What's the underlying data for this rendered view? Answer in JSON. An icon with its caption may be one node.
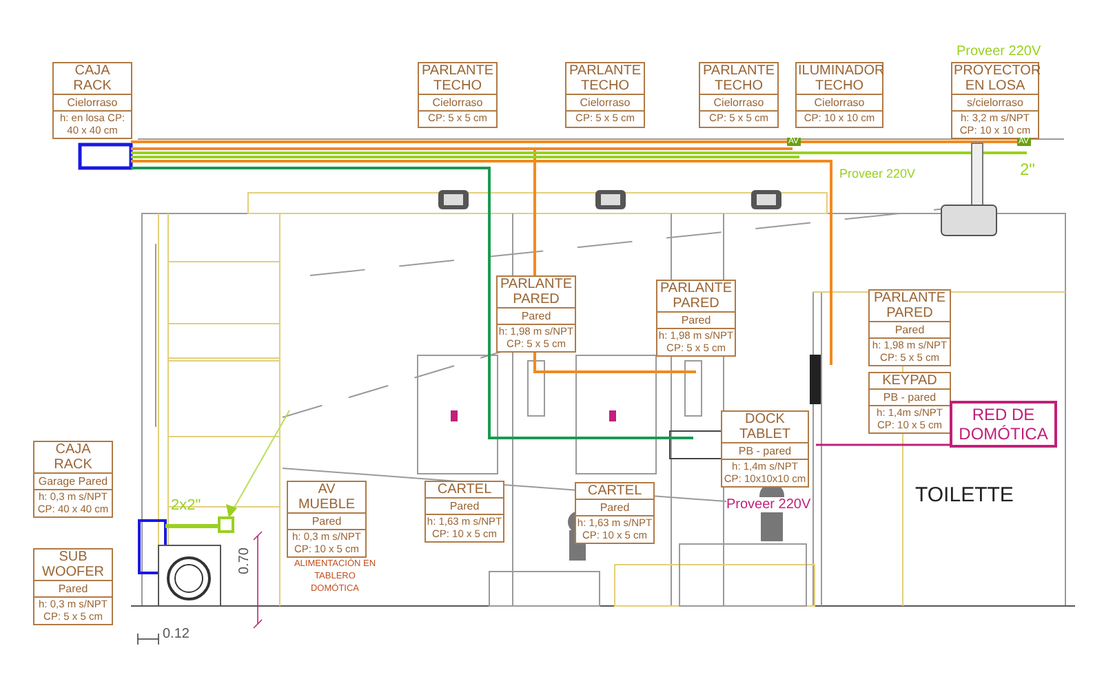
{
  "diagram": {
    "nodes": [
      {
        "text": [
          "CAJA RACK",
          "Cielorraso",
          "h: en losa CP: 40 x 40 cm"
        ]
      },
      {
        "text": [
          "PARLANTE TECHO",
          "Cielorraso",
          "CP: 5 x 5 cm"
        ]
      },
      {
        "text": [
          "PARLANTE TECHO",
          "Cielorraso",
          "CP: 5 x 5 cm"
        ]
      },
      {
        "text": [
          "PARLANTE TECHO",
          "Cielorraso",
          "CP: 5 x 5 cm"
        ]
      },
      {
        "text": [
          "ILUMINADOR TECHO",
          "Cielorraso",
          "CP: 10 x 10 cm"
        ],
        "beside": [
          "Proveer  220V"
        ]
      },
      {
        "text": [
          "PROYECTOR EN LOSA",
          "s/cielorraso",
          "h: 3,2 m s/NPT CP: 10 x 10 cm"
        ],
        "beside": [
          "Proveer  220V"
        ]
      },
      {
        "text": [
          "PARLANTE PARED",
          "Pared",
          "h: 1,98 m s/NPT CP: 5 x 5 cm"
        ]
      },
      {
        "text": [
          "PARLANTE PARED",
          "Pared",
          "h: 1,98 m s/NPT CP: 5 x 5 cm"
        ]
      },
      {
        "text": [
          "PARLANTE PARED",
          "Pared",
          "h: 1,98 m s/NPT CP: 5 x 5 cm"
        ]
      },
      {
        "text": [
          "KEYPAD",
          "PB - pared",
          "h: 1,4m s/NPT CP: 10 x 5 cm"
        ]
      },
      {
        "text": [
          "RED DE DOMÓTICA"
        ]
      },
      {
        "text": [
          "DOCK TABLET",
          "PB - pared",
          "h: 1,4m s/NPT CP: 10x10x10 cm"
        ],
        "beside": [
          "Proveer  220V"
        ]
      },
      {
        "text": [
          "CAJA RACK",
          "Garage Pared",
          "h: 0,3 m s/NPT CP: 40 x 40 cm"
        ]
      },
      {
        "text": [
          "AV MUEBLE",
          "Pared",
          "h: 0,3 m s/NPT CP: 10 x 5 cm"
        ]
      },
      {
        "text": [
          "CARTEL",
          "Pared",
          "h: 1,63 m s/NPT CP: 10 x 5 cm"
        ]
      },
      {
        "text": [
          "CARTEL",
          "Pared",
          "h: 1,63 m s/NPT CP: 10 x 5 cm"
        ]
      },
      {
        "text": [
          "SUB WOOFER",
          "Pared",
          "h: 0,3 m s/NPT CP: 5 x 5 cm"
        ]
      }
    ],
    "labels": [
      "AV",
      "AV",
      "2\"",
      "TOILETTE",
      "2x2\"",
      "0.70",
      "ALIMENTACIÓN EN TABLERO DOMÓTICA",
      "0.12"
    ]
  }
}
